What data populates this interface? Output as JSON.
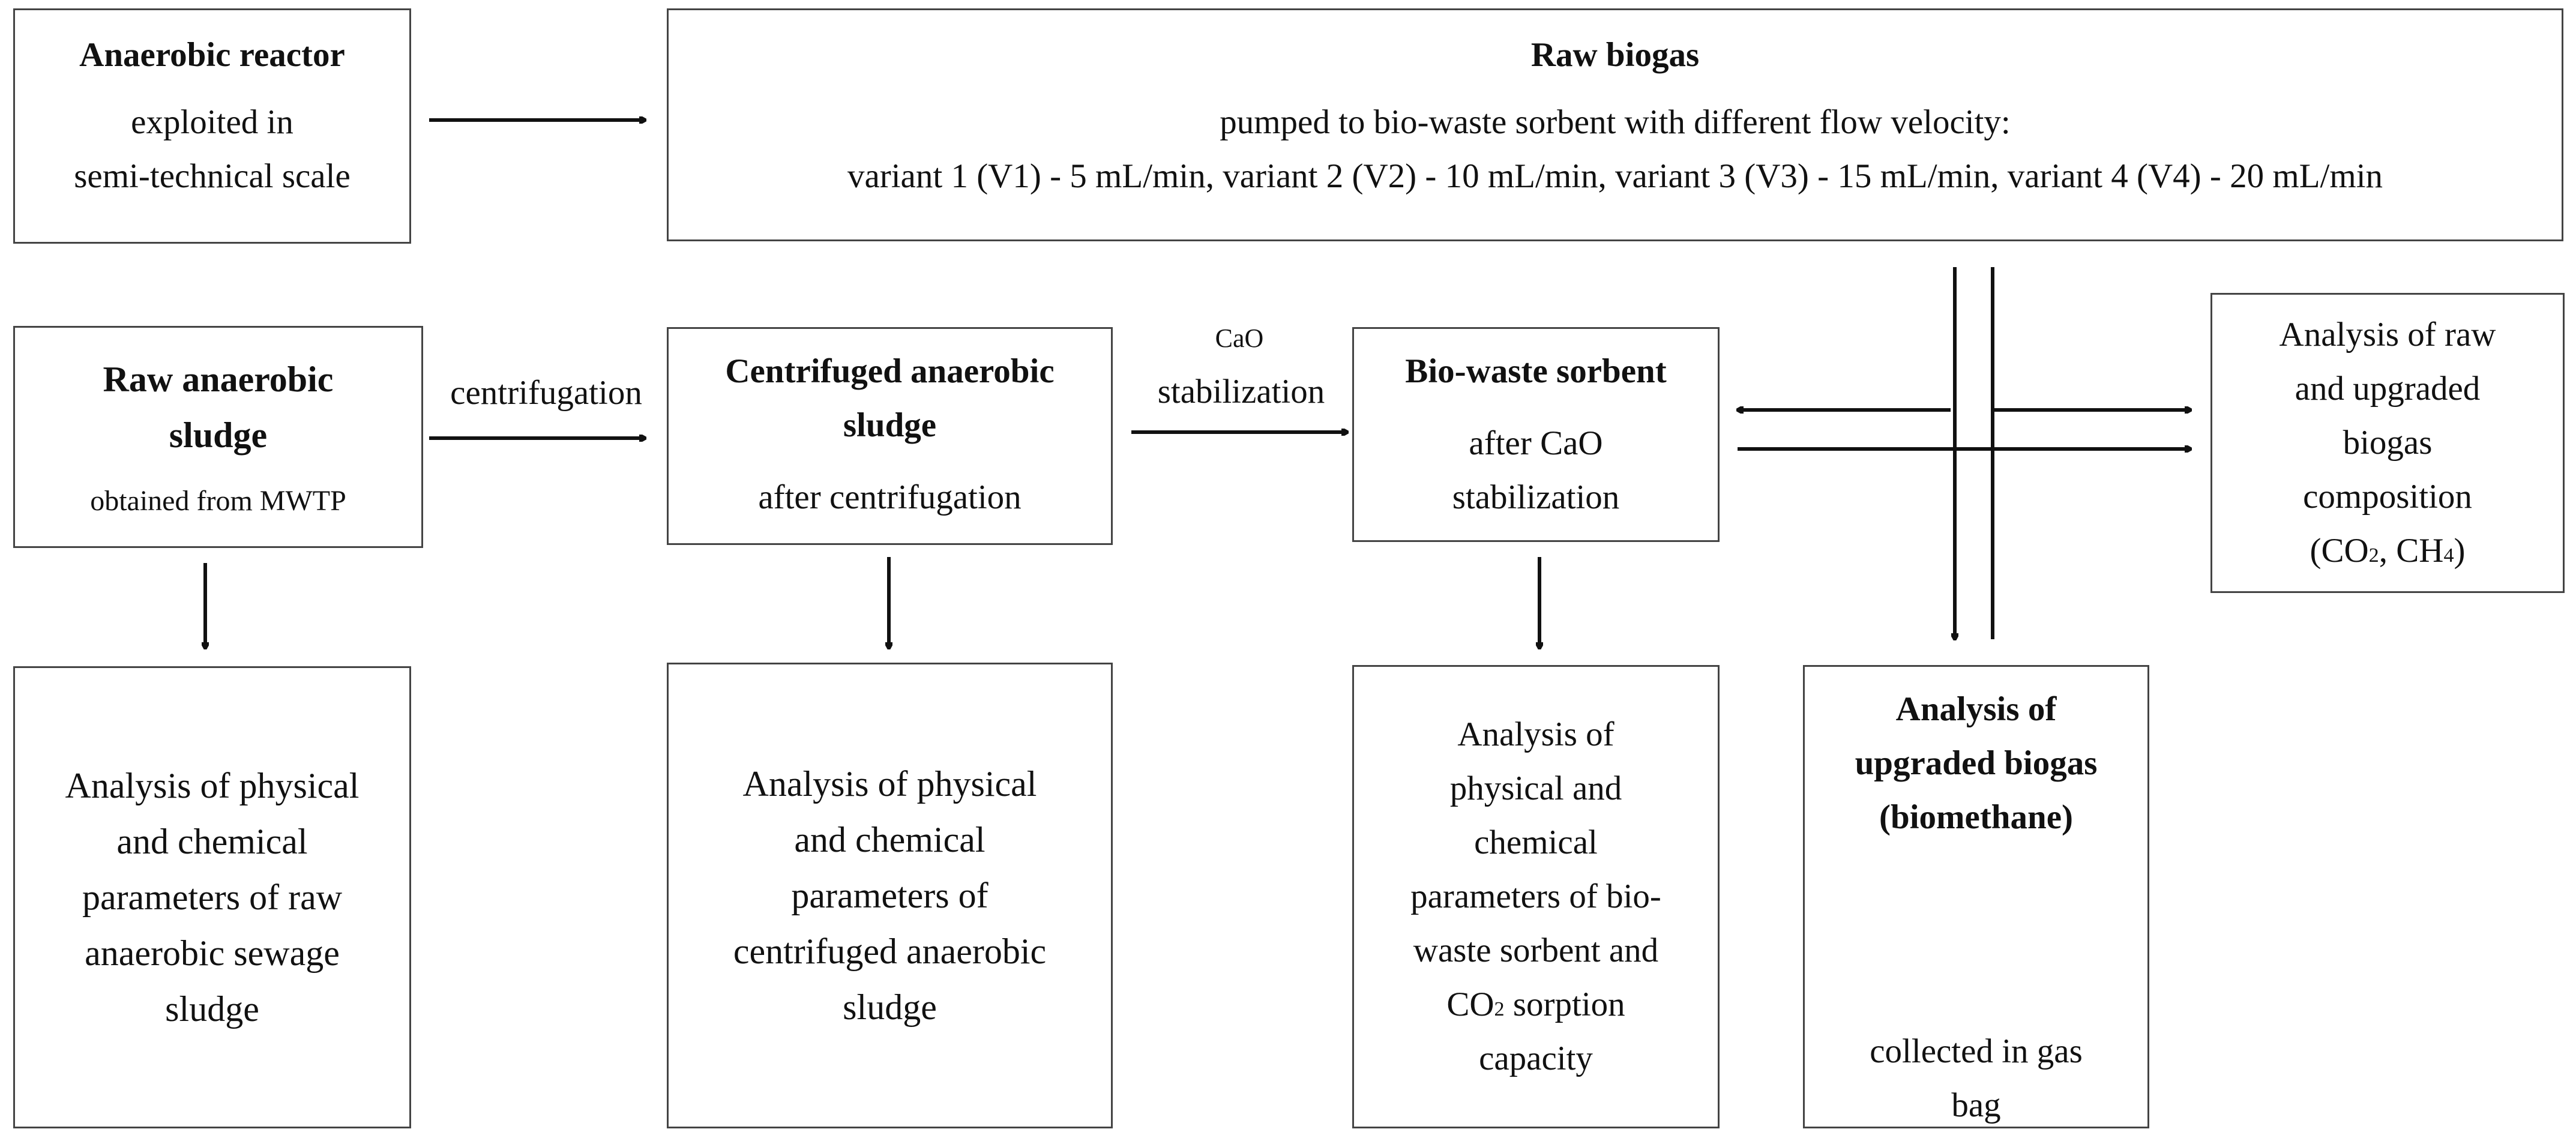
{
  "reactor": {
    "title": "Anaerobic reactor",
    "text": "exploited in\nsemi-technical scale"
  },
  "raw_biogas": {
    "title": "Raw biogas",
    "line1": "pumped to bio-waste sorbent with different flow velocity:",
    "line2": "variant 1 (V1) - 5 mL/min, variant 2 (V2) - 10 mL/min, variant 3 (V3) - 15 mL/min, variant 4 (V4) - 20 mL/min"
  },
  "raw_sludge": {
    "title": "Raw anaerobic\nsludge",
    "text": "obtained from MWTP"
  },
  "centrifuged": {
    "title": "Centrifuged anaerobic\nsludge",
    "text": "after centrifugation"
  },
  "sorbent": {
    "title": "Bio-waste sorbent",
    "text": "after CaO\nstabilization"
  },
  "biogas_analysis": {
    "text": "Analysis of raw\nand upgraded\nbiogas\ncomposition",
    "formula_open": "(CO",
    "formula_sub1": "2",
    "formula_mid": ", CH",
    "formula_sub2": "4",
    "formula_close": ")"
  },
  "labels": {
    "centrifugation": "centrifugation",
    "cao": "CaO",
    "stabilization": "stabilization"
  },
  "analysis_raw": {
    "text": "Analysis of physical\nand chemical\nparameters of raw\nanaerobic sewage\nsludge"
  },
  "analysis_centrifuged": {
    "text": "Analysis of physical\nand chemical\nparameters of\ncentrifuged anaerobic\nsludge"
  },
  "analysis_sorbent": {
    "text": "Analysis of\nphysical and\nchemical\nparameters of bio-\nwaste sorbent and",
    "co2_prefix": "CO",
    "co2_sub": "2",
    "co2_suffix": " sorption",
    "last": "capacity"
  },
  "upgraded": {
    "title": "Analysis of\nupgraded biogas\n(biomethane)",
    "text": "collected in gas\nbag"
  }
}
